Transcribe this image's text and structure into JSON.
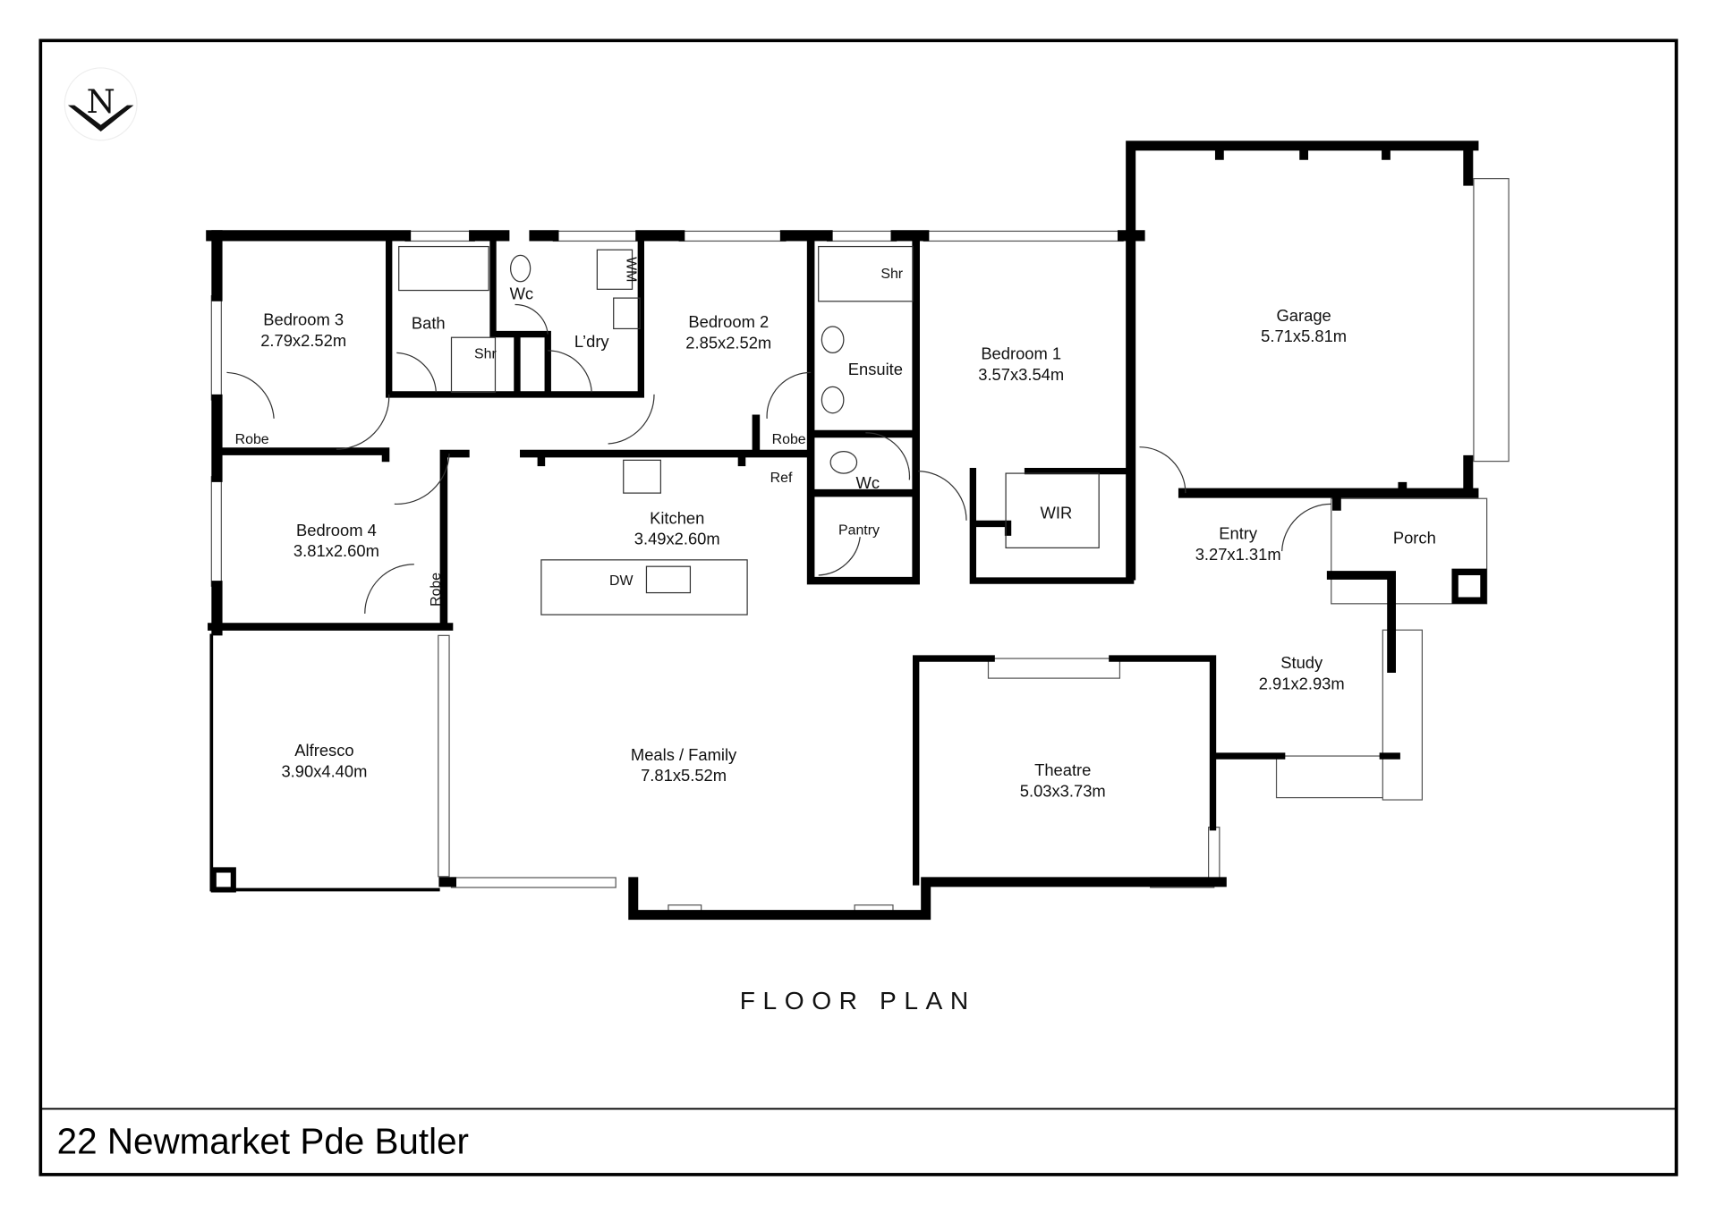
{
  "compass": {
    "label": "N"
  },
  "title": "FLOOR PLAN",
  "address": "22 Newmarket Pde Butler",
  "rooms": {
    "bedroom3": {
      "name": "Bedroom 3",
      "size": "2.79x2.52m"
    },
    "bath": {
      "name": "Bath"
    },
    "bath_shr": {
      "name": "Shr"
    },
    "wc1": {
      "name": "Wc"
    },
    "laundry": {
      "name": "L’dry"
    },
    "wm": {
      "name": "WM"
    },
    "bedroom2": {
      "name": "Bedroom 2",
      "size": "2.85x2.52m"
    },
    "ens_shr": {
      "name": "Shr"
    },
    "ensuite": {
      "name": "Ensuite"
    },
    "wc2": {
      "name": "Wc"
    },
    "bedroom1": {
      "name": "Bedroom 1",
      "size": "3.57x3.54m"
    },
    "garage": {
      "name": "Garage",
      "size": "5.71x5.81m"
    },
    "robe3": {
      "name": "Robe"
    },
    "robe2": {
      "name": "Robe"
    },
    "robe4": {
      "name": "Robe"
    },
    "ref": {
      "name": "Ref"
    },
    "bedroom4": {
      "name": "Bedroom 4",
      "size": "3.81x2.60m"
    },
    "kitchen": {
      "name": "Kitchen",
      "size": "3.49x2.60m"
    },
    "dw": {
      "name": "DW"
    },
    "pantry": {
      "name": "Pantry"
    },
    "wir": {
      "name": "WIR"
    },
    "entry": {
      "name": "Entry",
      "size": "3.27x1.31m"
    },
    "porch": {
      "name": "Porch"
    },
    "study": {
      "name": "Study",
      "size": "2.91x2.93m"
    },
    "alfresco": {
      "name": "Alfresco",
      "size": "3.90x4.40m"
    },
    "family": {
      "name": "Meals / Family",
      "size": "7.81x5.52m"
    },
    "theatre": {
      "name": "Theatre",
      "size": "5.03x3.73m"
    }
  }
}
